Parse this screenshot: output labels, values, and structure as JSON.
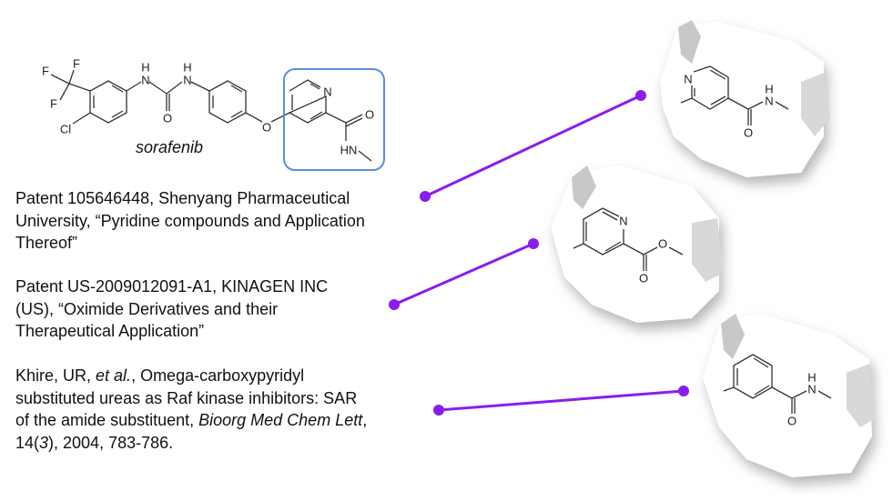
{
  "molecule": {
    "name": "sorafenib",
    "atoms": {
      "F1": "F",
      "F2": "F",
      "F3": "F",
      "Cl": "Cl",
      "H1": "H",
      "N1": "N",
      "H2": "H",
      "N2": "N",
      "O_urea": "O",
      "O_ether": "O",
      "N_py": "N",
      "O_amide": "O",
      "HN": "HN"
    }
  },
  "highlight_color": "#5b8ee6",
  "connector_color": "#8a1cf0",
  "citations": [
    {
      "lines": [
        "Patent 105646448, Shenyang Pharmaceutical",
        "University, “Pyridine compounds and Application",
        "Thereof”"
      ]
    },
    {
      "lines": [
        "Patent US-2009012091-A1, KINAGEN INC",
        "(US), “Oximide Derivatives and their",
        "Therapeutical Application”"
      ]
    },
    {
      "parts": {
        "l1a": "Khire, UR, ",
        "l1b": "et al.",
        "l1c": ", Omega-carboxypyridyl",
        "l2": "substituted ureas as Raf kinase inhibitors: SAR",
        "l3a": "of the amide substituent, ",
        "l3b": "Bioorg Med Chem Lett",
        "l3c": ",",
        "l4a": "14(",
        "l4b": "3",
        "l4c": "), 2004, 783-786."
      }
    }
  ],
  "structures": [
    {
      "N": "N",
      "H": "H",
      "NH": "N",
      "O": "O"
    },
    {
      "N": "N",
      "O1": "O",
      "O2": "O"
    },
    {
      "H": "H",
      "NH": "N",
      "O": "O"
    }
  ]
}
